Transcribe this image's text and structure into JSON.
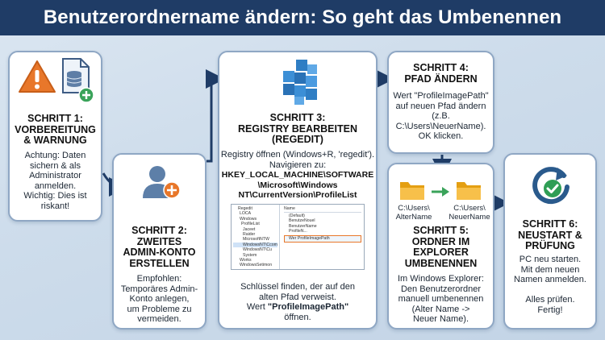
{
  "title": "Benutzerordnername ändern: So geht das Umbenennen",
  "steps": {
    "s1": {
      "title": "SCHRITT 1:\nVORBEREITUNG\n& WARNUNG",
      "body": "Achtung: Daten\nsichern & als\nAdministrator\nanmelden.\nWichtig: Dies ist\nriskant!",
      "icons": [
        "warning-icon",
        "database-icon",
        "add-icon"
      ]
    },
    "s2": {
      "title": "SCHRITT 2:\nZWEITES\nADMIN-KONTO\nERSTELLEN",
      "body": "Empfohlen:\nTemporäres Admin-\nKonto anlegen,\num Probleme zu\nvermeiden.",
      "icons": [
        "user-add-icon"
      ]
    },
    "s3": {
      "title": "SCHRITT 3:\nREGISTRY BEARBEITEN\n(REGEDIT)",
      "body_intro": "Registry öffnen (Windows+R, 'regedit').\nNavigieren zu:",
      "body_path": "HKEY_LOCAL_MACHINE\\SOFTWARE\n\\Microsoft\\Windows\nNT\\CurrentVersion\\ProfileList",
      "body_after": "Schlüssel finden, der auf den\nalten Pfad verweist.\nWert ",
      "body_value": "\"ProfileImagePath\"",
      "body_end": "\nöffnen.",
      "icons": [
        "registry-cubes-icon"
      ],
      "regedit": {
        "tree": [
          "Regedit",
          "LOCA",
          "Windows",
          "ProfileList",
          "Jaceet",
          "Raider",
          "MicrosoftNTW",
          "WindowsNT\\Ccom",
          "WindowsNT\\Cu",
          "System",
          "Works",
          "WindowsSetimon"
        ],
        "header": "Name",
        "values": [
          "(Default)",
          "BenutzeNouel",
          "BenutzerName",
          "ProfileN...",
          "Wer ProfileImagePath"
        ]
      }
    },
    "s4": {
      "title": "SCHRITT 4:\nPFAD ÄNDERN",
      "body": "Wert \"ProfileImagePath\"\nauf neuen Pfad ändern\n(z.B.\nC:\\Users\\NeuerName).\nOK klicken.",
      "icons": []
    },
    "s5": {
      "old_label": "C:\\Users\\\nAlterName",
      "new_label": "C:\\Users\\\nNeuerName",
      "title": "SCHRITT 5:\nORDNER IM\nEXPLORER\nUMBENENNEN",
      "body": "Im Windows Explorer:\nDen Benutzerordner\nmanuell umbenennen\n(Alter Name ->\nNeuer Name).",
      "icons": [
        "folder-icon",
        "arrow-right-icon",
        "folder-icon"
      ]
    },
    "s6": {
      "title": "SCHRITT 6:\nNEUSTART &\nPRÜFUNG",
      "body": "PC neu starten.\nMit dem neuen\nNamen anmelden.\n\nAlles prüfen.\nFertig!",
      "icons": [
        "restart-check-icon"
      ]
    }
  },
  "colors": {
    "banner": "#1f3c66",
    "border": "#8fa7c4",
    "warning": "#e8772a",
    "add_green": "#3aa35a",
    "registry_blue": "#3c8fd6",
    "folder": "#f2b01e",
    "arrow": "#1f3c66",
    "check": "#2f9e55"
  }
}
